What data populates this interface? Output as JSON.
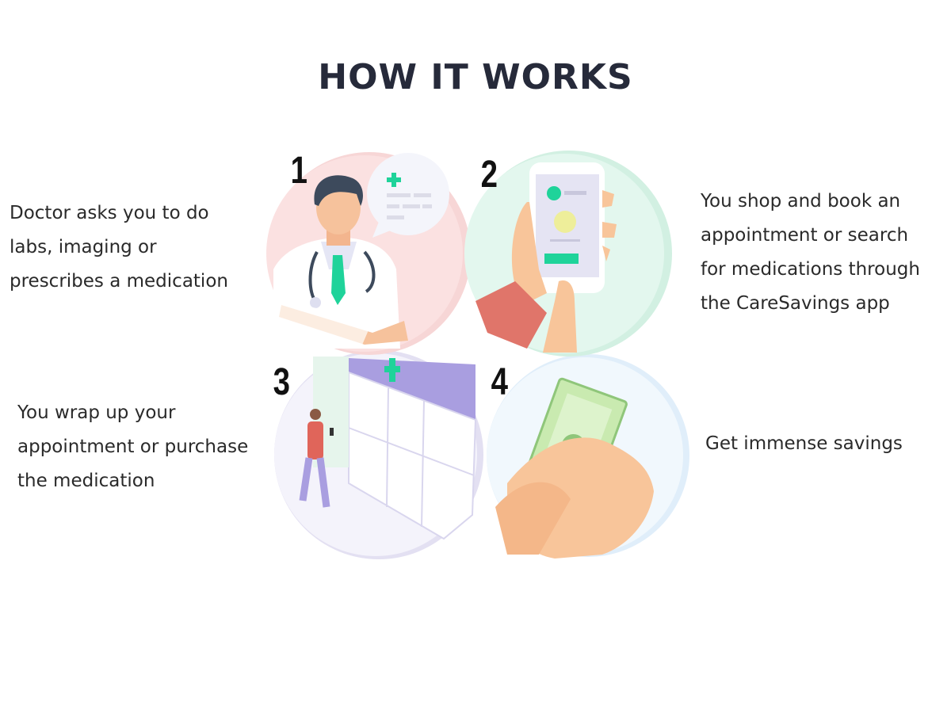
{
  "title": "HOW IT WORKS",
  "steps": [
    {
      "number": "1",
      "lines": [
        "Doctor asks you to do",
        "labs, imaging or",
        "prescribes a medication"
      ]
    },
    {
      "number": "2",
      "lines": [
        "You shop and book an",
        "appointment or search",
        "for medications through",
        "the CareSavings app"
      ]
    },
    {
      "number": "3",
      "lines": [
        "You wrap up your",
        "appointment or purchase",
        "the medication"
      ]
    },
    {
      "number": "4",
      "lines": [
        "Get immense savings"
      ]
    }
  ],
  "colors": {
    "accent": "#1fd39a",
    "step1_bg": "#fbdcdc",
    "step2_bg": "#dff5ea",
    "step3_bg": "#eeecf8",
    "step4_bg": "#e6f1fb"
  }
}
